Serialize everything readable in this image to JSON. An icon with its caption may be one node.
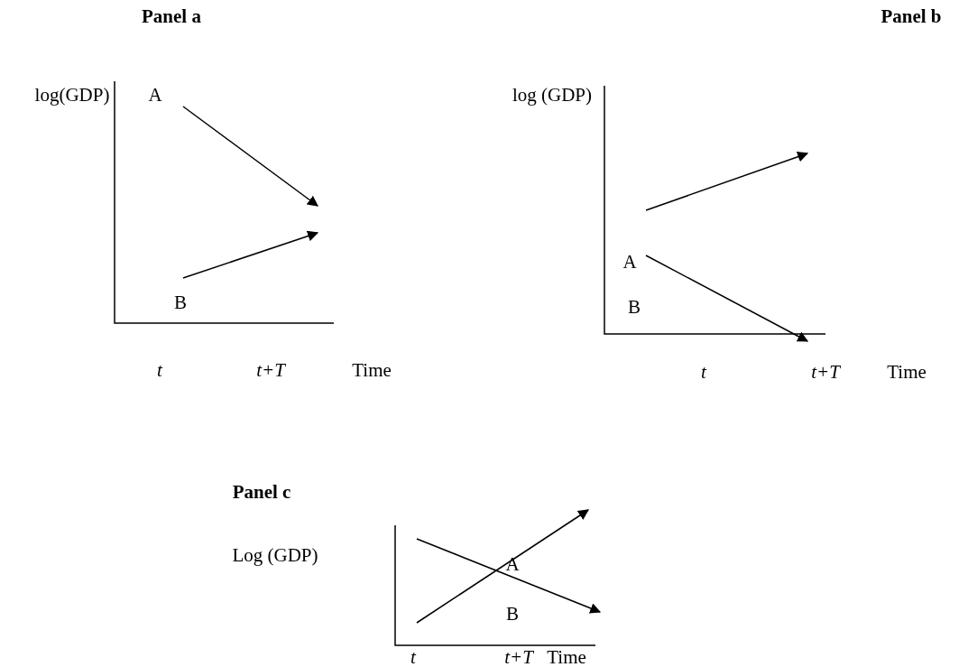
{
  "diagram": {
    "nodes": [
      {
        "text": [
          "Panel a",
          "log(GDP)",
          "A",
          "B",
          "t",
          "t+T",
          "Time"
        ]
      },
      {
        "text": [
          "Panel b",
          "log (GDP)",
          "A",
          "B",
          "t",
          "t+T",
          "Time"
        ]
      },
      {
        "text": [
          "Panel c",
          "Log (GDP)",
          "A",
          "B",
          "t",
          "t+T",
          "Time"
        ]
      }
    ]
  }
}
